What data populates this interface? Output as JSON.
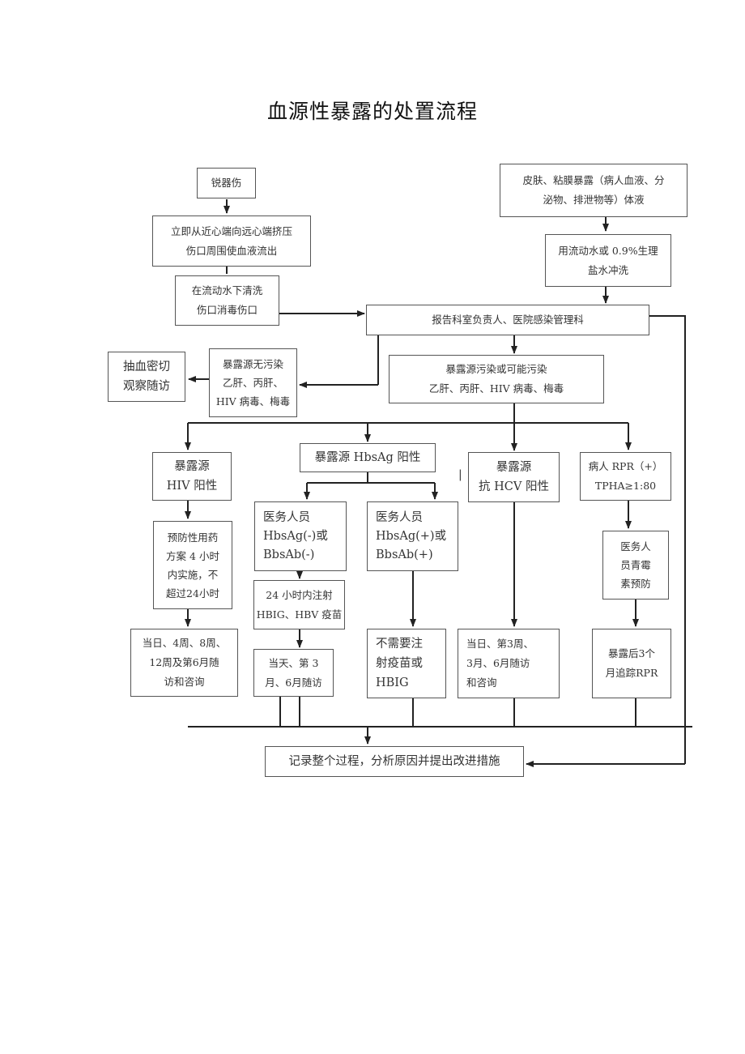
{
  "title": "血源性暴露的处置流程",
  "nodes": {
    "sharp": [
      "锐器伤"
    ],
    "squeeze": [
      "立即从近心端向远心端挤压",
      "伤口周围使血液流出"
    ],
    "wash": [
      "在流动水下清洗",
      "伤口消毒伤口"
    ],
    "skin": [
      "皮肤、粘膜暴露（病人血液、分",
      "泌物、排泄物等）体液"
    ],
    "rinse": [
      "用流动水或 0.9%生理",
      "盐水冲洗"
    ],
    "report": [
      "报告科室负责人、医院感染管理科"
    ],
    "blood_draw": [
      "抽血密切",
      "观察随访"
    ],
    "no_pollution": [
      "暴露源无污染",
      "乙肝、丙肝、",
      "HIV 病毒、梅毒"
    ],
    "pollution": [
      "暴露源污染或可能污染",
      "乙肝、丙肝、HIV 病毒、梅毒"
    ],
    "hiv_pos": [
      "暴露源",
      "HIV 阳性"
    ],
    "hbsag_pos": [
      "暴露源 HbsAg 阳性"
    ],
    "hcv_pos": [
      "暴露源",
      "抗 HCV 阳性"
    ],
    "rpr": [
      "病人 RPR（+）",
      "TPHA≥1:80"
    ],
    "prophylaxis": [
      "预防性用药",
      "方案 4 小时",
      "内实施，不",
      "超过24小时"
    ],
    "staff_neg": [
      "医务人员",
      "HbsAg(-)或",
      "BbsAb(-)"
    ],
    "staff_pos": [
      "医务人员",
      "HbsAg(+)或",
      "BbsAb(+)"
    ],
    "penicillin": [
      "医务人",
      "员青霉",
      "素预防"
    ],
    "hbig": [
      "24 小时内注射",
      "HBIG、HBV 疫苗"
    ],
    "hiv_follow": [
      "当日、4周、8周、",
      "12周及第6月随",
      "访和咨询"
    ],
    "no_vaccine": [
      "不需要注",
      "射疫苗或",
      "HBIG"
    ],
    "hcv_follow": [
      "当日、第3周、",
      "3月、6月随访",
      "和咨询"
    ],
    "rpr_follow": [
      "暴露后3个",
      "月追踪RPR"
    ],
    "hbv_follow": [
      "当天、第 3",
      "月、6月随访"
    ],
    "record": [
      "记录整个过程，分析原因并提出改进措施"
    ]
  },
  "stray_mark": "|"
}
